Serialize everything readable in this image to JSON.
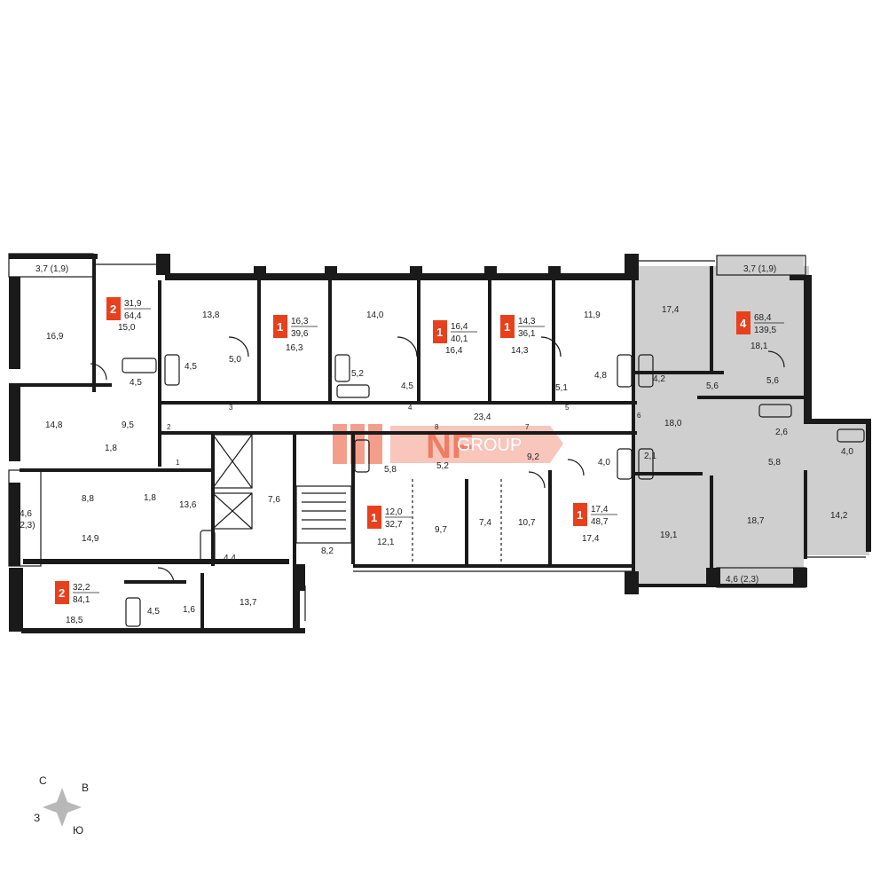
{
  "colors": {
    "wall": "#1a1a1a",
    "accent": "#e8401c",
    "highlight_fill": "#cfcfcf",
    "watermark": "#e8401c"
  },
  "watermark": {
    "brand": "NF",
    "word": "GROUP"
  },
  "compass": {
    "north": "С",
    "east": "В",
    "west": "З",
    "south": "Ю"
  },
  "apartments": [
    {
      "rooms": "2",
      "living": "31,9",
      "total": "64,4"
    },
    {
      "rooms": "1",
      "living": "16,3",
      "total": "39,6"
    },
    {
      "rooms": "1",
      "living": "16,4",
      "total": "40,1"
    },
    {
      "rooms": "1",
      "living": "14,3",
      "total": "36,1"
    },
    {
      "rooms": "4",
      "living": "68,4",
      "total": "139,5"
    },
    {
      "rooms": "1",
      "living": "12,0",
      "total": "32,7"
    },
    {
      "rooms": "1",
      "living": "17,4",
      "total": "48,7"
    },
    {
      "rooms": "2",
      "living": "32,2",
      "total": "84,1"
    }
  ],
  "rooms": [
    "3,7 (1,9)",
    "16,9",
    "15,0",
    "13,8",
    "16,3",
    "14,0",
    "16,4",
    "14,3",
    "11,9",
    "17,4",
    "3,7 (1,9)",
    "18,1",
    "4,5",
    "4,5",
    "5,0",
    "5,2",
    "4,5",
    "5,1",
    "4,8",
    "4,2",
    "5,6",
    "5,6",
    "14,8",
    "9,5",
    "23,4",
    "18,0",
    "2,6",
    "1,8",
    "1,8",
    "8,8",
    "13,6",
    "5,8",
    "5,2",
    "9,2",
    "4,0",
    "2,1",
    "5,8",
    "4,0",
    "4,6\n(2,3)",
    "14,9",
    "7,6",
    "12,1",
    "9,7",
    "7,4",
    "10,7",
    "17,4",
    "19,1",
    "18,7",
    "14,2",
    "4,4",
    "8,2",
    "4,6 (2,3)",
    "18,5",
    "4,5",
    "1,6",
    "13,7"
  ],
  "doors": [
    "1",
    "2",
    "3",
    "4",
    "5",
    "6",
    "7",
    "8"
  ]
}
